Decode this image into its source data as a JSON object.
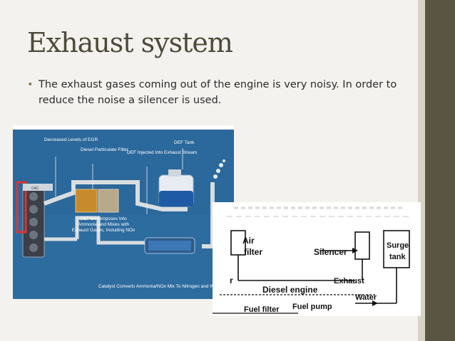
{
  "slide": {
    "title": "Exhaust system",
    "bullet": "The exhaust gases coming out of the engine is very noisy. In order to reduce the noise a silencer is used."
  },
  "diagram1": {
    "labels": {
      "egr": "Decreased Levels of EGR",
      "dpf": "Diesel Particulate Filter",
      "def_injected": "DEF Injected Into Exhaust Stream",
      "def_tank": "DEF Tank",
      "def_decomposes": "DEF Decomposes Into Ammonia and Mixes with Exhaust Gases, Including NOx",
      "catalyst": "Catalyst Converts Ammonia/NOx Mix To Nitrogen and Water",
      "cac": "CAC"
    }
  },
  "diagram2": {
    "labels": {
      "air_filter_1": "Air",
      "air_filter_2": "filter",
      "silencer": "Silencer",
      "surge_tank_1": "Surge",
      "surge_tank_2": "tank",
      "exhaust": "Exhaust",
      "water": "Water",
      "diesel_engine": "Diesel engine",
      "fuel_filter": "Fuel filter",
      "fuel_pump": "Fuel pump",
      "partial_left": "r"
    }
  },
  "colors": {
    "title": "#4e4a3c",
    "side_bar": "#5a5443",
    "diagram_bg": "#2b6a9e"
  }
}
